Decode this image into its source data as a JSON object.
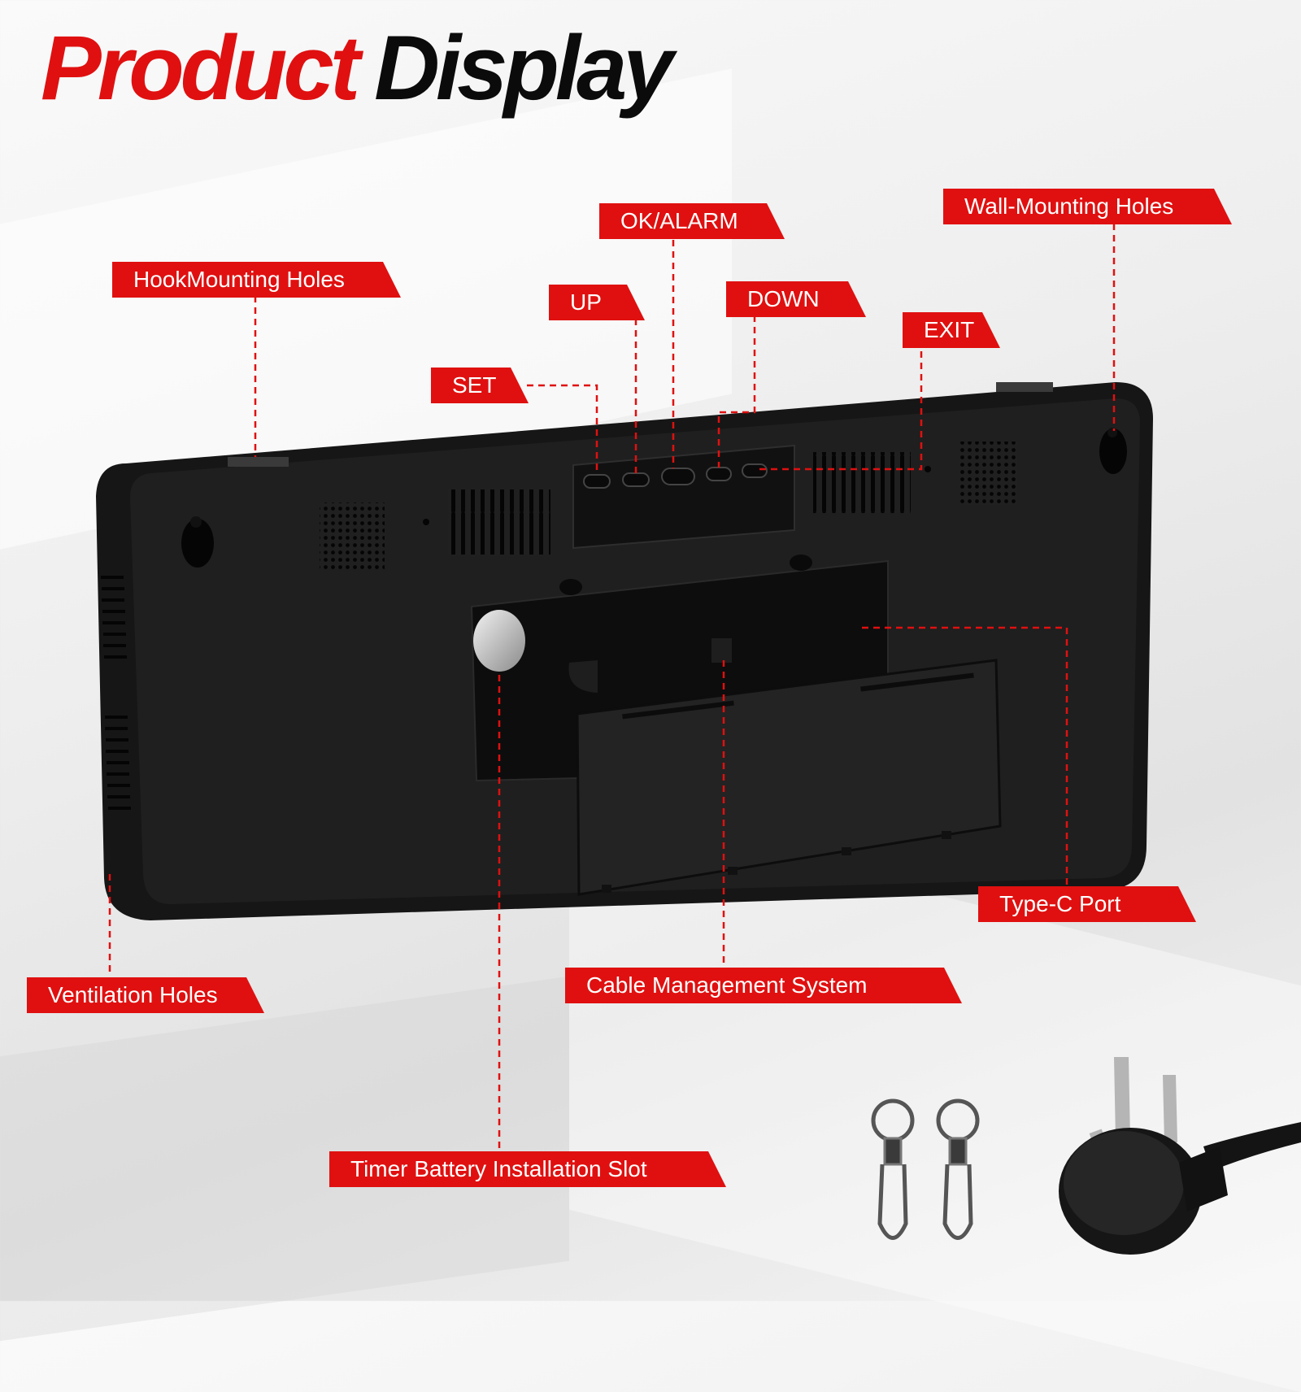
{
  "title": {
    "word1": "Product",
    "word2": "Display"
  },
  "labels": {
    "hook_mounting": "HookMounting Holes",
    "ok_alarm": "OK/ALARM",
    "wall_mounting": "Wall-Mounting Holes",
    "up": "UP",
    "down": "DOWN",
    "exit": "EXIT",
    "set": "SET",
    "type_c": "Type-C Port",
    "ventilation": "Ventilation Holes",
    "cable": "Cable Management System",
    "battery": "Timer Battery Installation Slot"
  },
  "colors": {
    "accent": "#e01010",
    "device": "#1c1c1c",
    "text": "#0b0b0b"
  }
}
